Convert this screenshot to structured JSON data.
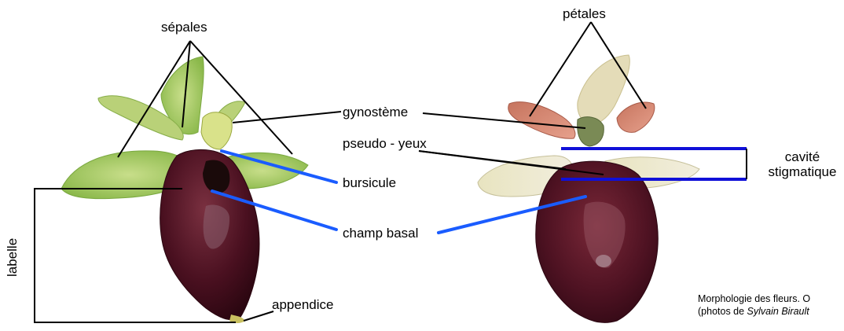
{
  "labels": {
    "sepales": "sépales",
    "petales": "pétales",
    "gynosteme": "gynostème",
    "pseudo_yeux": "pseudo - yeux",
    "bursicule": "bursicule",
    "champ_basal": "champ basal",
    "cavite_line1": "cavité",
    "cavite_line2": "stigmatique",
    "labelle": "labelle",
    "appendice": "appendice"
  },
  "caption": {
    "line1": "Morphologie des fleurs. O",
    "line2_prefix": "(photos de ",
    "line2_author": "Sylvain Birault"
  },
  "colors": {
    "leader_black": "#000000",
    "leader_blue": "#1a5cff",
    "bracket_blue": "#1010d8",
    "sepal_green": "#9dc55a",
    "labellum_maroon": "#4a1020",
    "petal_pink": "#d58a74"
  }
}
